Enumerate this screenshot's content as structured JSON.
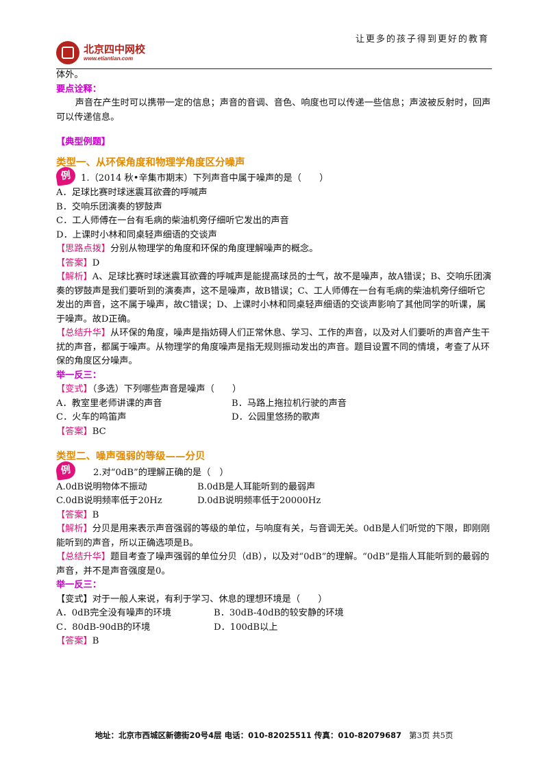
{
  "header": {
    "slogan": "让更多的孩子得到更好的教育",
    "logo_name": "北京四中网校",
    "logo_url": "www.etiantian.com"
  },
  "top": {
    "continuation": "体外。",
    "key_points_heading": "要点诠释：",
    "key_points_text": "声音在产生时可以携带一定的信息；声音的音调、音色、响度也可以传递一些信息；声波被反射时，回声可以传递信息。"
  },
  "typical_heading": "【典型例题】",
  "type1": {
    "heading": "类型一、从环保角度和物理学角度区分噪声",
    "badge": "例",
    "question": "1.（2014 秋•辛集市期末）下列声音中属于噪声的是（　　）",
    "options": [
      "A．足球比赛时球迷震耳欲聋的呼喊声",
      "B．交响乐团演奏的锣鼓声",
      "C．工人师傅在一台有毛病的柴油机旁仔细听它发出的声音",
      "D．上课时小林和同桌轻声细语的交谈声"
    ],
    "idea_tag": "【思路点拨】",
    "idea_text": "分别从物理学的角度和环保的角度理解噪声的概念。",
    "answer_tag": "【答案】",
    "answer": "D",
    "analysis_tag": "【解析】",
    "analysis_text": "A、足球比赛时球迷震耳欲聋的呼喊声是能提高球员的士气，故不是噪声，故A错误；B、交响乐团演奏的锣鼓声是我们要听到的演奏声，这不是噪声，故B错误；C、工人师傅在一台有毛病的柴油机旁仔细听它发出的声音，这不属于噪声，故C错误；D、上课时小林和同桌轻声细语的交谈声影响了其他同学的听课，属于噪声。故D正确。",
    "summary_tag": "【总结升华】",
    "summary_text": "从环保的角度，噪声是指妨碍人们正常休息、学习、工作的声音，以及对人们要听的声音产生干扰的声音，都属于噪声。从物理学的角度噪声是指无规则振动发出的声音。题目设置不同的情境，考查了从环保的角度区分噪声。",
    "practice_heading": "举一反三：",
    "variant_tag": "【变式】",
    "variant_question": "（多选）下列哪些声音是噪声（　　）",
    "variant_options": [
      "A．教室里老师讲课的声音",
      "B．马路上拖拉机行驶的声音",
      "C．火车的鸣笛声",
      "D．公园里悠扬的歌声"
    ],
    "variant_answer_tag": "【答案】",
    "variant_answer": "BC"
  },
  "type2": {
    "heading": "类型二、噪声强弱的等级——分贝",
    "badge": "例",
    "question": "2.对“0dB”的理解正确的是（　）",
    "options": [
      "A.0dB说明物体不振动",
      "B.0dB是人耳能听到的最弱声",
      "C.0dB说明频率低于20Hz",
      "D.0dB说明频率低于20000Hz"
    ],
    "answer_tag": "【答案】",
    "answer": "B",
    "analysis_tag": "【解析】",
    "analysis_text": "分贝是用来表示声音强弱的等级的单位，与响度有关，与音调无关。0dB是人们听觉的下限，即刚刚能听到的声音，所以正确选项是B。",
    "summary_tag": "【总结升华】",
    "summary_text": "题目考查了噪声强弱的单位分贝（dB），以及对“0dB”的理解。“0dB”是指人耳能听到的最弱的声音，并不是声音强度是0。",
    "practice_heading": "举一反三：",
    "variant_tag": "【变式】",
    "variant_question": "对于一般人来说，有利于学习、休息的理想环境是（　　）",
    "variant_options": [
      "A．0dB完全没有噪声的环境",
      "B．30dB-40dB的较安静的环境",
      "C．80dB-90dB的环境",
      "D．100dB以上"
    ],
    "variant_answer_tag": "【答案】",
    "variant_answer": "B"
  },
  "footer": {
    "address": "地址：北京市西城区新德街20号4层  电话：010-82025511  传真：010-82079687",
    "page": "第3页  共5页"
  }
}
